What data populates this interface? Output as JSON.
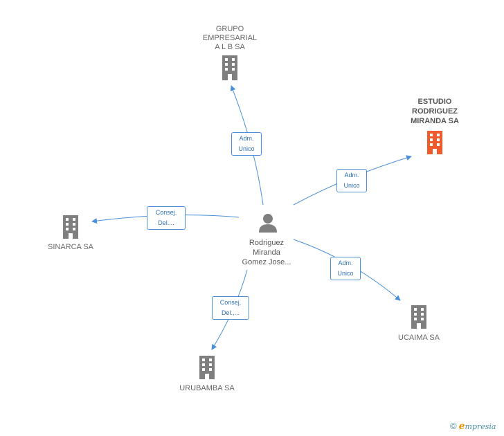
{
  "center": {
    "name_lines": [
      "Rodriguez",
      "Miranda",
      "Gomez Jose..."
    ],
    "icon": "person-icon"
  },
  "companies": [
    {
      "id": "grupo",
      "lines": [
        "GRUPO",
        "EMPRESARIAL",
        "A L B SA"
      ],
      "icon": "building-icon",
      "highlight": false
    },
    {
      "id": "estudio",
      "lines": [
        "ESTUDIO",
        "RODRIGUEZ",
        "MIRANDA SA"
      ],
      "icon": "building-icon",
      "highlight": true
    },
    {
      "id": "sinarca",
      "lines": [
        "SINARCA SA"
      ],
      "icon": "building-icon",
      "highlight": false
    },
    {
      "id": "ucaima",
      "lines": [
        "UCAIMA SA"
      ],
      "icon": "building-icon",
      "highlight": false
    },
    {
      "id": "urubamba",
      "lines": [
        "URUBAMBA SA"
      ],
      "icon": "building-icon",
      "highlight": false
    }
  ],
  "relations": [
    {
      "to": "grupo",
      "lines": [
        "Adm.",
        "Unico"
      ]
    },
    {
      "to": "estudio",
      "lines": [
        "Adm.",
        "Unico"
      ]
    },
    {
      "to": "sinarca",
      "lines": [
        "Consej.",
        "Del...."
      ]
    },
    {
      "to": "ucaima",
      "lines": [
        "Adm.",
        "Unico"
      ]
    },
    {
      "to": "urubamba",
      "lines": [
        "Consej.",
        "Del.,..."
      ]
    }
  ],
  "colors": {
    "edge": "#4a90d9",
    "building": "#7f7f7f",
    "building_highlight": "#f15a2b",
    "person": "#7f7f7f"
  },
  "footer": {
    "copyright": "©",
    "brand_initial": "e",
    "brand_rest": "mpresia"
  }
}
